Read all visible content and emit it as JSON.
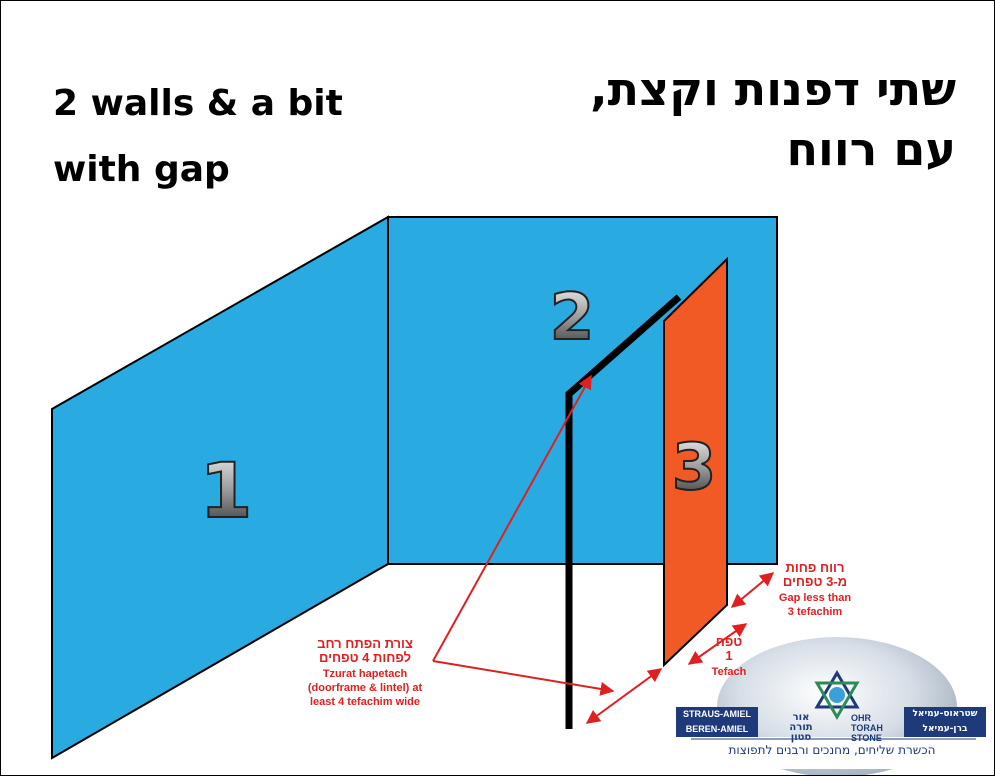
{
  "title_en": {
    "line1": "2 walls & a bit",
    "line2": "with gap"
  },
  "title_he": {
    "line1": "שתי דפנות וקצת,",
    "line2": "עם רווח"
  },
  "walls": [
    {
      "number": "1",
      "color": "#29abe2"
    },
    {
      "number": "2",
      "color": "#29abe2"
    },
    {
      "number": "3",
      "color": "#f15a24"
    }
  ],
  "labels": {
    "doorframe": {
      "he_line1": "צורת הפתח רחב",
      "he_line2": "לפחות 4 טפחים",
      "en_line1": "Tzurat hapetach",
      "en_line2": "(doorframe & lintel) at",
      "en_line3": "least 4 tefachim wide"
    },
    "tefach": {
      "he_line1": "טפח",
      "he_line2": "1",
      "en": "Tefach"
    },
    "gap": {
      "he_line1": "רווח פחות",
      "he_line2": "מ-3 טפחים",
      "en_line1": "Gap less than",
      "en_line2": "3 tefachim"
    }
  },
  "logo": {
    "org_en_line1": "STRAUS-AMIEL",
    "org_en_line2": "BEREN-AMIEL",
    "org_he_line1": "שטראוס-עמיאל",
    "org_he_line2": "ברן-עמיאל",
    "otz_he_line1": "אור",
    "otz_he_line2": "תורה",
    "otz_he_line3": "סטון",
    "otz_en_line1": "OHR",
    "otz_en_line2": "TORAH",
    "otz_en_line3": "STONE",
    "tagline": "הכשרת שליחים, מחנכים ורבנים לתפוצות"
  },
  "colors": {
    "wall_blue": "#29abe2",
    "wall_orange": "#f15a24",
    "arrow_red": "#e02020",
    "logo_navy": "#1f3a7a"
  }
}
